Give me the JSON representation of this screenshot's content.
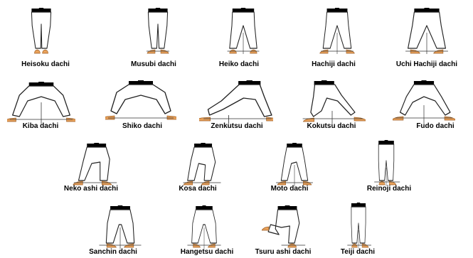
{
  "diagram": {
    "rows": [
      {
        "stances": [
          {
            "label": "Heisoku dachi",
            "pose": "closed-feet"
          },
          {
            "label": "Musubi dachi",
            "pose": "v-feet"
          },
          {
            "label": "Heiko dachi",
            "pose": "parallel"
          },
          {
            "label": "Hachiji dachi",
            "pose": "parallel-out"
          },
          {
            "label": "Uchi  Hachiji dachi",
            "pose": "parallel-in"
          }
        ]
      },
      {
        "stances": [
          {
            "label": "Kiba dachi",
            "pose": "horse"
          },
          {
            "label": "Shiko dachi",
            "pose": "square"
          },
          {
            "label": "Zenkutsu dachi",
            "pose": "front"
          },
          {
            "label": "Kokutsu dachi",
            "pose": "back"
          },
          {
            "label": "Fudo dachi",
            "pose": "rooted"
          }
        ]
      },
      {
        "stances": [
          {
            "label": "Neko ashi dachi",
            "pose": "cat"
          },
          {
            "label": "Kosa dachi",
            "pose": "crossed"
          },
          {
            "label": "Moto dachi",
            "pose": "moto"
          },
          {
            "label": "Reinoji dachi",
            "pose": "l-stance"
          }
        ]
      },
      {
        "stances": [
          {
            "label": "Sanchin dachi",
            "pose": "hourglass"
          },
          {
            "label": "Hangetsu dachi",
            "pose": "half-moon"
          },
          {
            "label": "Tsuru ashi dachi",
            "pose": "crane"
          },
          {
            "label": "Teiji dachi",
            "pose": "t-stance"
          }
        ]
      }
    ],
    "colors": {
      "pants": "#ffffff",
      "outline": "#222222",
      "belt": "#000000",
      "skin": "#e9a25b",
      "guide": "#333333"
    }
  }
}
